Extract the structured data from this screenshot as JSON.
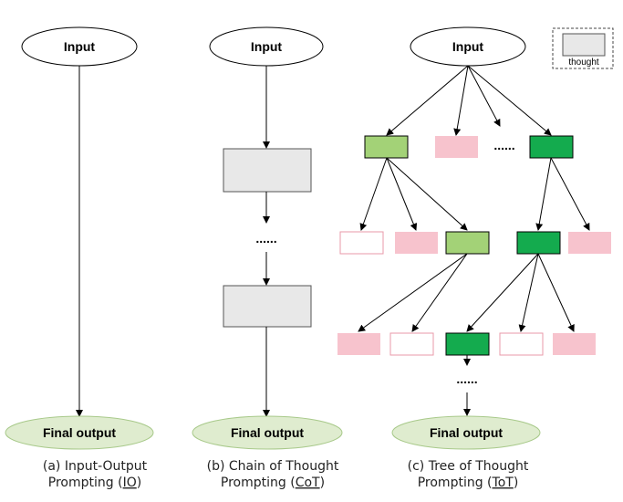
{
  "labels": {
    "input": "Input",
    "final_output": "Final output",
    "thought": "thought",
    "ellipsis": "......"
  },
  "captions": {
    "io": {
      "line1": "(a) Input-Output",
      "line2_prefix": "Prompting (",
      "abbr": "IO",
      "line2_suffix": ")"
    },
    "cot": {
      "line1": "(b) Chain of Thought",
      "line2_prefix": "Prompting (",
      "abbr": "CoT",
      "line2_suffix": ")"
    },
    "tot": {
      "line1": "(c) Tree of Thought",
      "line2_prefix": "Prompting (",
      "abbr": "ToT",
      "line2_suffix": ")"
    }
  },
  "colors": {
    "ellipse_fill": "#dfeccf",
    "thought_gray": "#e8e8e8",
    "light_green": "#a3d277",
    "dark_green": "#14ab4e",
    "pink": "#f7c3cd",
    "pink_border": "#e89aa8"
  }
}
